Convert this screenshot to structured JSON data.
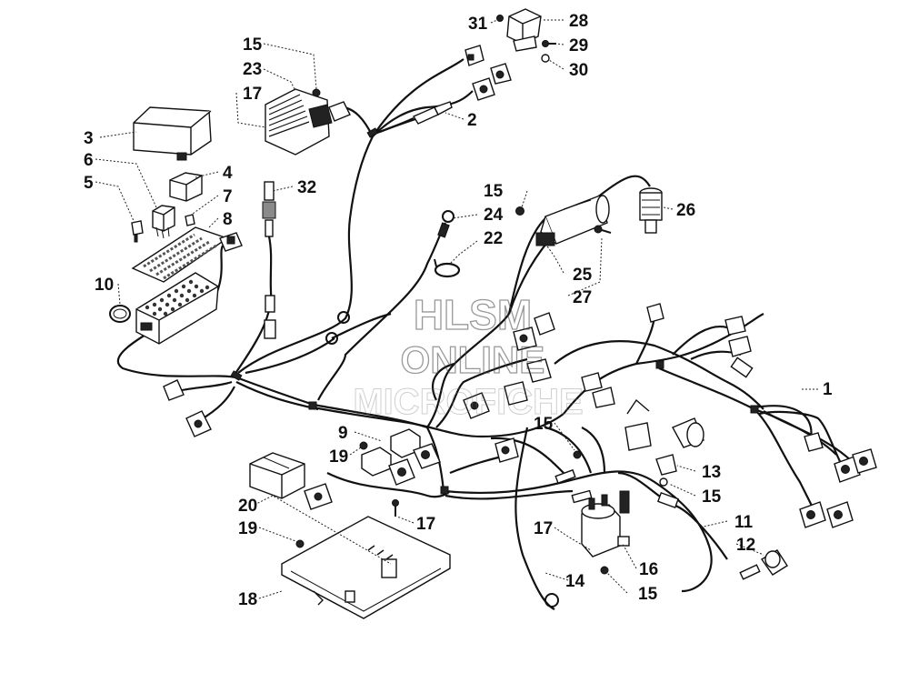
{
  "watermark": {
    "line1": "HLSM",
    "line2": "ONLINE",
    "line3": "MICROFICHE"
  },
  "callouts": [
    {
      "id": "c1",
      "label": "1"
    },
    {
      "id": "c2",
      "label": "2"
    },
    {
      "id": "c3",
      "label": "3"
    },
    {
      "id": "c4",
      "label": "4"
    },
    {
      "id": "c5",
      "label": "5"
    },
    {
      "id": "c6",
      "label": "6"
    },
    {
      "id": "c7",
      "label": "7"
    },
    {
      "id": "c8",
      "label": "8"
    },
    {
      "id": "c9",
      "label": "9"
    },
    {
      "id": "c10",
      "label": "10"
    },
    {
      "id": "c11",
      "label": "11"
    },
    {
      "id": "c12",
      "label": "12"
    },
    {
      "id": "c13",
      "label": "13"
    },
    {
      "id": "c14",
      "label": "14"
    },
    {
      "id": "c15a",
      "label": "15"
    },
    {
      "id": "c15b",
      "label": "15"
    },
    {
      "id": "c15c",
      "label": "15"
    },
    {
      "id": "c15d",
      "label": "15"
    },
    {
      "id": "c15e",
      "label": "15"
    },
    {
      "id": "c16",
      "label": "16"
    },
    {
      "id": "c17a",
      "label": "17"
    },
    {
      "id": "c17b",
      "label": "17"
    },
    {
      "id": "c17c",
      "label": "17"
    },
    {
      "id": "c18",
      "label": "18"
    },
    {
      "id": "c19a",
      "label": "19"
    },
    {
      "id": "c19b",
      "label": "19"
    },
    {
      "id": "c20",
      "label": "20"
    },
    {
      "id": "c22",
      "label": "22"
    },
    {
      "id": "c23",
      "label": "23"
    },
    {
      "id": "c24",
      "label": "24"
    },
    {
      "id": "c25",
      "label": "25"
    },
    {
      "id": "c26",
      "label": "26"
    },
    {
      "id": "c27",
      "label": "27"
    },
    {
      "id": "c28",
      "label": "28"
    },
    {
      "id": "c29",
      "label": "29"
    },
    {
      "id": "c30",
      "label": "30"
    },
    {
      "id": "c31",
      "label": "31"
    },
    {
      "id": "c32",
      "label": "32"
    }
  ]
}
